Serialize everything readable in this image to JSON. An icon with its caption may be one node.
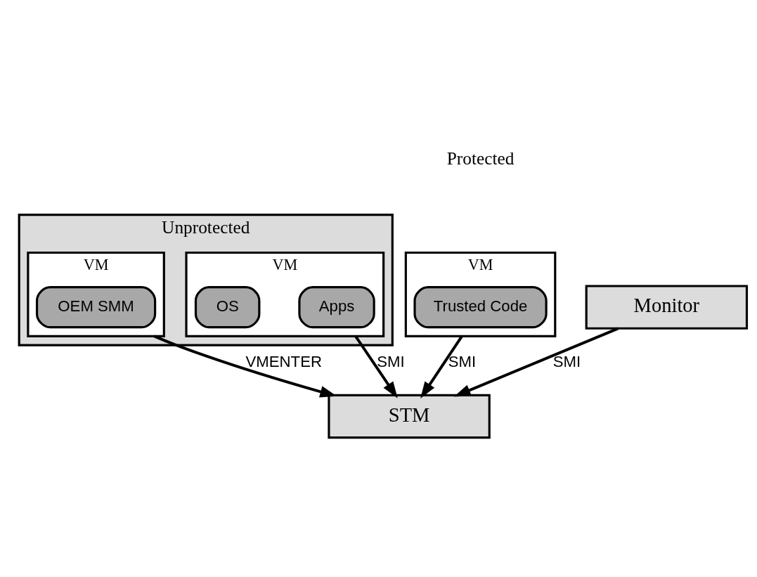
{
  "diagram": {
    "nodes": [
      {
        "text": [
          "Unprotected"
        ]
      },
      {
        "text": [
          "VM"
        ],
        "in": 0
      },
      {
        "text": [
          "OEM SMM"
        ],
        "in": 1
      },
      {
        "text": [
          "VM"
        ],
        "in": 0
      },
      {
        "text": [
          "Apps"
        ],
        "in": 3
      },
      {
        "text": [
          "OS"
        ],
        "in": 3
      },
      {
        "text": [
          "VM"
        ]
      },
      {
        "text": [
          "Trusted Code"
        ],
        "in": 6
      },
      {
        "text": [
          "STM"
        ]
      },
      {
        "text": [
          "Monitor"
        ]
      }
    ],
    "edges": [
      {
        "from": 1,
        "to": 8,
        "arrow": "to",
        "label": "VMENTER"
      },
      {
        "from": 3,
        "to": 8,
        "arrow": "to",
        "label": "SMI"
      },
      {
        "from": 6,
        "to": 8,
        "arrow": "to",
        "label": "SMI"
      },
      {
        "from": 9,
        "to": 8,
        "arrow": "to",
        "label": "SMI"
      }
    ],
    "labels": [
      "Protected"
    ]
  }
}
